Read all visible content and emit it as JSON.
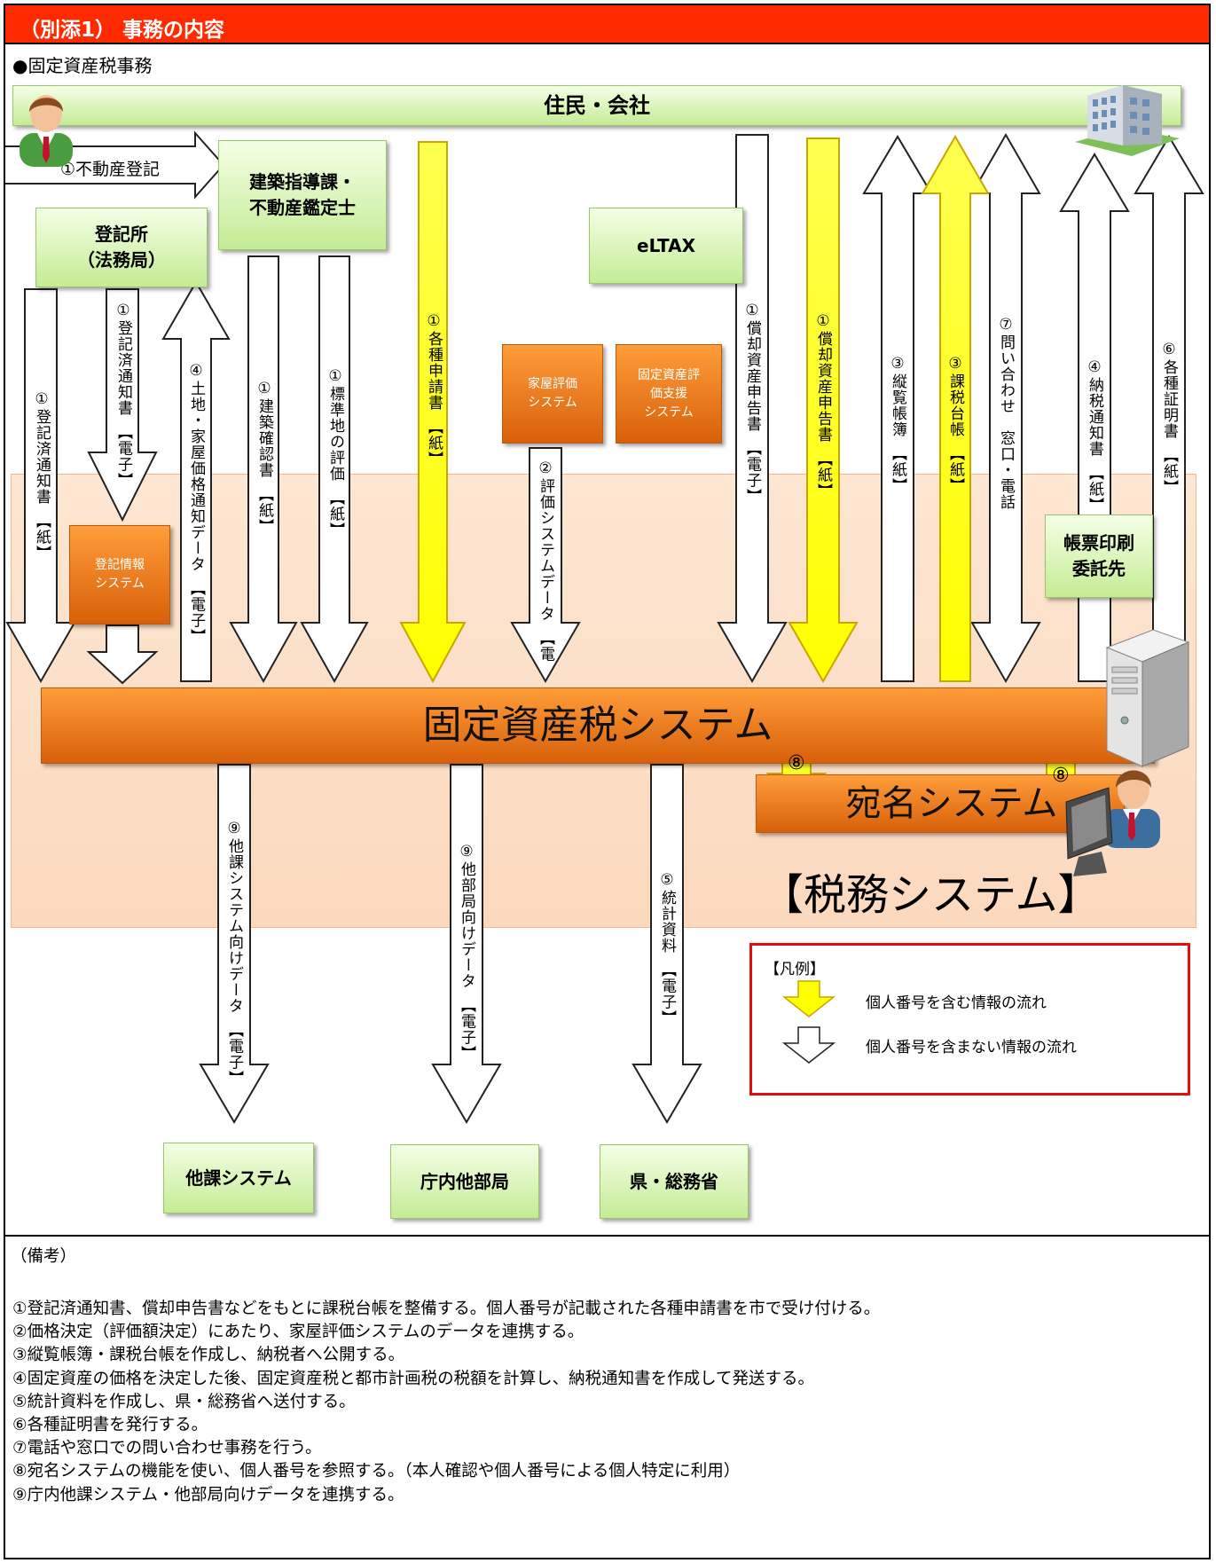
{
  "header": {
    "title": "（別添1） 事務の内容"
  },
  "subtitle": "●固定資産税事務",
  "top_bar": "住民・会社",
  "boxes": {
    "touki": "登記所\n（法務局）",
    "kenchiku": "建築指導課・\n不動産鑑定士",
    "eltax": "eLTAX",
    "chohyo": "帳票印刷\n委託先",
    "kaka": "他課システム",
    "chonai": "庁内他部局",
    "ken": "県・総務省"
  },
  "systems": {
    "touki_info": "登記情報\nシステム",
    "kaoku": "家屋評価\nシステム",
    "kotei_shien": "固定資産評\n価支援\nシステム",
    "main": "固定資産税システム",
    "atena": "宛名システム",
    "zeimu": "【税務システム】"
  },
  "flows": {
    "fudosan_toki": "①不動産登記",
    "f1": "①登記済通知書　【紙】",
    "f2": "①登記済通知書　【電子】",
    "f3": "④土地・家屋価格通知データ　【電子】",
    "f4": "①建築確認書　【紙】",
    "f5": "①標準地の評価　【紙】",
    "f6": "①各種申請書　【紙】",
    "f7": "②評価システムデータ　【電",
    "f8": "①償却資産申告書　【電子】",
    "f9": "①償却資産申告書　【紙】",
    "f10": "③縦覧帳簿　【紙】",
    "f11": "③課税台帳　【紙】",
    "f12": "⑦問い合わせ　窓口・電話",
    "f13": "④納税通知書　【紙】",
    "f14": "⑥各種証明書　【紙】",
    "f15": "⑨他課システム向けデータ　【電子】",
    "f16": "⑨他部局向けデータ　【電子】",
    "f17": "⑤統計資料　【電子】",
    "b8a": "⑧",
    "b8b": "⑧"
  },
  "legend": {
    "title": "【凡例】",
    "with_number": "個人番号を含む情報の流れ",
    "without_number": "個人番号を含まない情報の流れ",
    "color_with": "#ffff00",
    "color_without": "#ffffff"
  },
  "notes": {
    "heading": "（備考）",
    "lines": [
      "①登記済通知書、償却申告書などをもとに課税台帳を整備する。個人番号が記載された各種申請書を市で受け付ける。",
      "②価格決定（評価額決定）にあたり、家屋評価システムのデータを連携する。",
      "③縦覧帳簿・課税台帳を作成し、納税者へ公開する。",
      "④固定資産の価格を決定した後、固定資産税と都市計画税の税額を計算し、納税通知書を作成して発送する。",
      "⑤統計資料を作成し、県・総務省へ送付する。",
      "⑥各種証明書を発行する。",
      "⑦電話や窓口での問い合わせ事務を行う。",
      "⑧宛名システムの機能を使い、個人番号を参照する。（本人確認や個人番号による個人特定に利用）",
      "⑨庁内他課システム・他部局向けデータを連携する。"
    ]
  },
  "colors": {
    "header": "#ff2a00",
    "yellow_arrow": "#ffff00",
    "orange_system": "#e8730f",
    "green_box": "#c4ec95"
  }
}
